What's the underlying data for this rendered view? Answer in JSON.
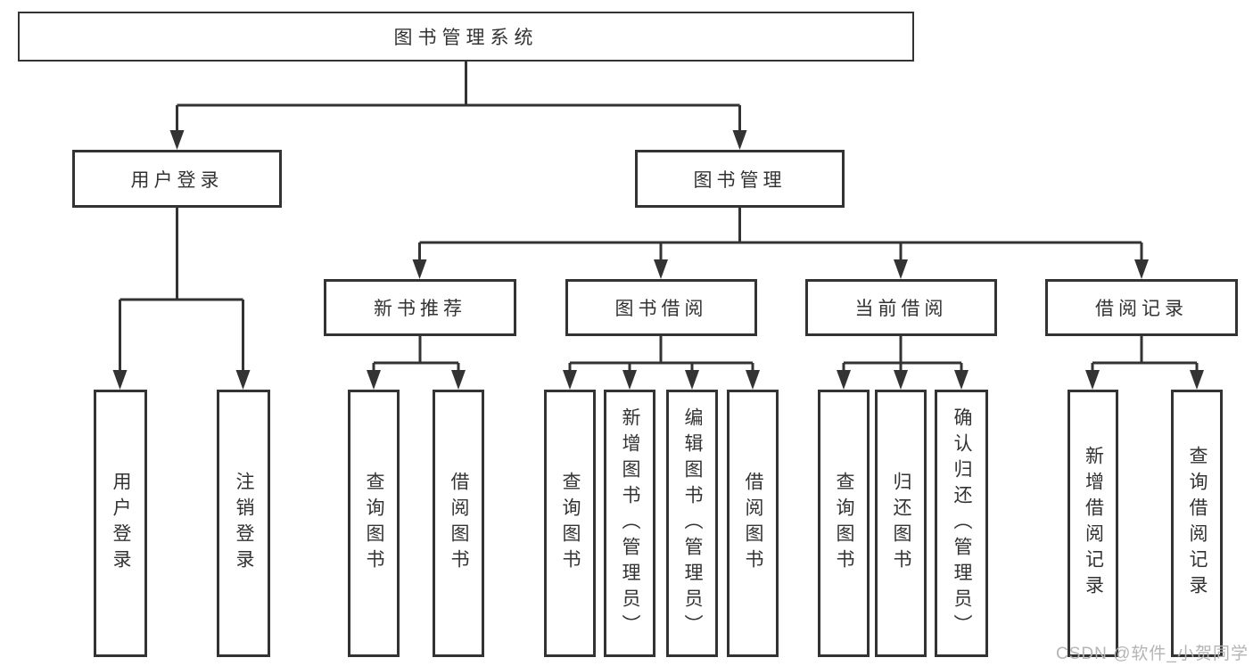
{
  "diagram": {
    "root": {
      "label": "图书管理系统"
    },
    "level2": {
      "user_login": {
        "label": "用户登录"
      },
      "book_management": {
        "label": "图书管理"
      }
    },
    "level3": {
      "new_book_recommend": {
        "label": "新书推荐"
      },
      "book_borrow": {
        "label": "图书借阅"
      },
      "current_borrow": {
        "label": "当前借阅"
      },
      "borrow_record": {
        "label": "借阅记录"
      }
    },
    "leaves": {
      "user_login": {
        "label": "用户登录"
      },
      "logout": {
        "label": "注销登录"
      },
      "nb_query_book": {
        "label": "查询图书"
      },
      "nb_borrow_book": {
        "label": "借阅图书"
      },
      "bb_query_book": {
        "label": "查询图书"
      },
      "bb_add_book": {
        "label": "新增图书（管理员）"
      },
      "bb_edit_book": {
        "label": "编辑图书（管理员）"
      },
      "bb_borrow_book": {
        "label": "借阅图书"
      },
      "cb_query_book": {
        "label": "查询图书"
      },
      "cb_return_book": {
        "label": "归还图书"
      },
      "cb_confirm_return": {
        "label": "确认归还（管理员）"
      },
      "br_add_record": {
        "label": "新增借阅记录"
      },
      "br_query_record": {
        "label": "查询借阅记录"
      }
    }
  },
  "watermark": {
    "text": "CSDN @软件_小贺同学"
  },
  "colors": {
    "line": "#333333",
    "text": "#333333",
    "node_background": "#ffffff",
    "watermark": "#b4b4b4",
    "page_background": "#ffffff"
  }
}
